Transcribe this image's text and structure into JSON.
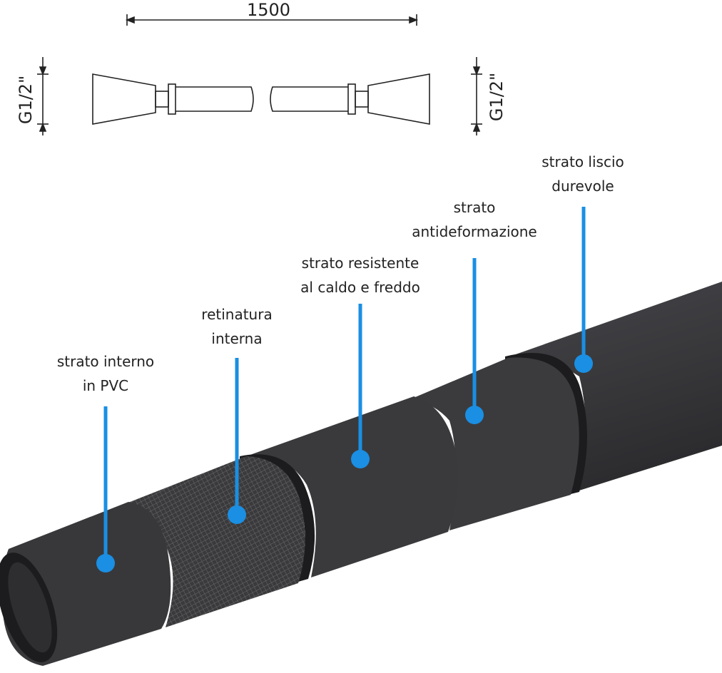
{
  "drawing": {
    "length": "1500",
    "thread_left": "G1/2\"",
    "thread_right": "G1/2\""
  },
  "labels": [
    {
      "line1": "strato interno",
      "line2": "in PVC"
    },
    {
      "line1": "retinatura",
      "line2": "interna"
    },
    {
      "line1": "strato resistente",
      "line2": "al caldo e freddo"
    },
    {
      "line1": "strato",
      "line2": "antideformazione"
    },
    {
      "line1": "strato liscio",
      "line2": "durevole"
    }
  ],
  "colors": {
    "accent": "#1a8fe3",
    "hose": "#3a3a3c",
    "hose_dark": "#1c1c1e",
    "text": "#222222",
    "line": "#222222"
  }
}
